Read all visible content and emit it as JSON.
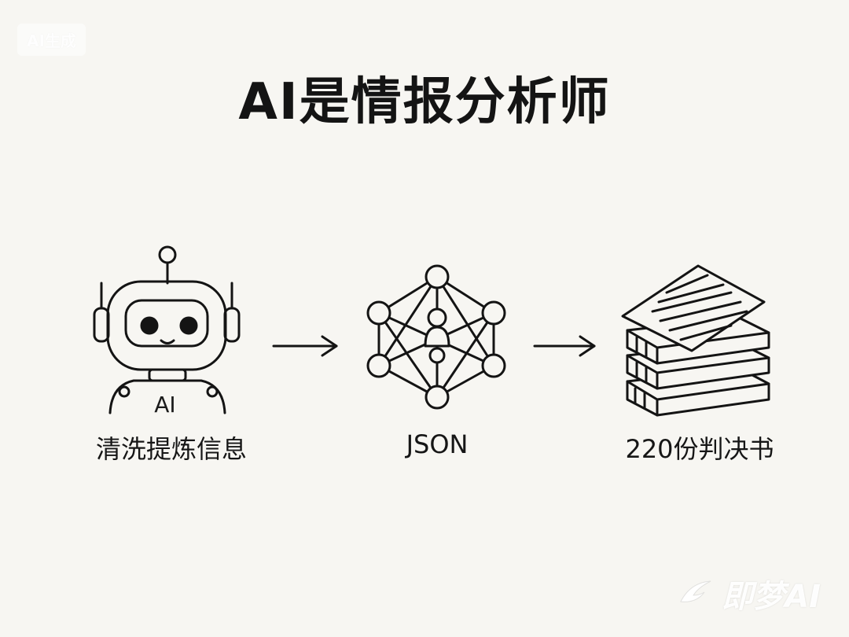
{
  "badge": {
    "text": "AI生成"
  },
  "title": "AI是情报分析师",
  "steps": [
    {
      "icon": "robot-icon",
      "chest_text": "AI",
      "label": "清洗提炼信息"
    },
    {
      "icon": "network-icon",
      "label": "JSON"
    },
    {
      "icon": "document-stack-icon",
      "label": "220份判决书"
    }
  ],
  "arrows": [
    "arrow-right-icon",
    "arrow-right-icon"
  ],
  "watermark": {
    "icon": "star-swoosh-icon",
    "text": "即梦AI"
  }
}
